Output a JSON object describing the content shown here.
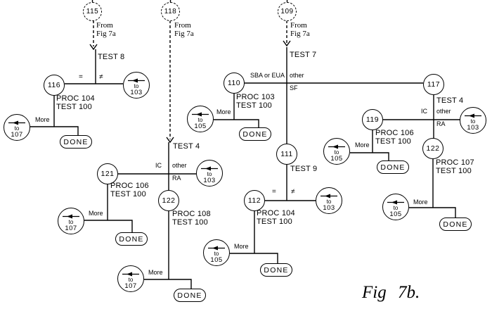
{
  "figure": {
    "caption": "Fig 7b."
  },
  "shared": {
    "to_label": "to",
    "done_label": "DONE",
    "more_label": "More",
    "from_note": "From\nFig 7a"
  },
  "entry_nodes": [
    {
      "label": "115"
    },
    {
      "label": "118"
    },
    {
      "label": "109"
    }
  ],
  "state_nodes": {
    "n116": "116",
    "n110": "110",
    "n117": "117",
    "n119": "119",
    "n111": "111",
    "n121": "121",
    "n122_left": "122",
    "n122_right": "122",
    "n112": "112"
  },
  "off_page_targets": {
    "p103": "103",
    "p105": "105",
    "p107": "107"
  },
  "test_labels": {
    "test8": "TEST 8",
    "test7": "TEST 7",
    "test9": "TEST 9",
    "test4_left": "TEST 4",
    "test4_right": "TEST 4"
  },
  "branch_labels": {
    "eq": "=",
    "neq": "≠",
    "ic": "IC",
    "other": "other",
    "ra": "RA",
    "sf": "SF",
    "sba_or_eua": "SBA or EUA"
  },
  "proc_blocks": {
    "n116": "PROC 104\nTEST 100",
    "n110": "PROC 103\nTEST 100",
    "n121": "PROC 106\nTEST 100",
    "n122_left": "PROC 108\nTEST 100",
    "n119": "PROC 106\nTEST 100",
    "n122_right": "PROC 107\nTEST 100",
    "n112": "PROC 104\nTEST 100"
  }
}
